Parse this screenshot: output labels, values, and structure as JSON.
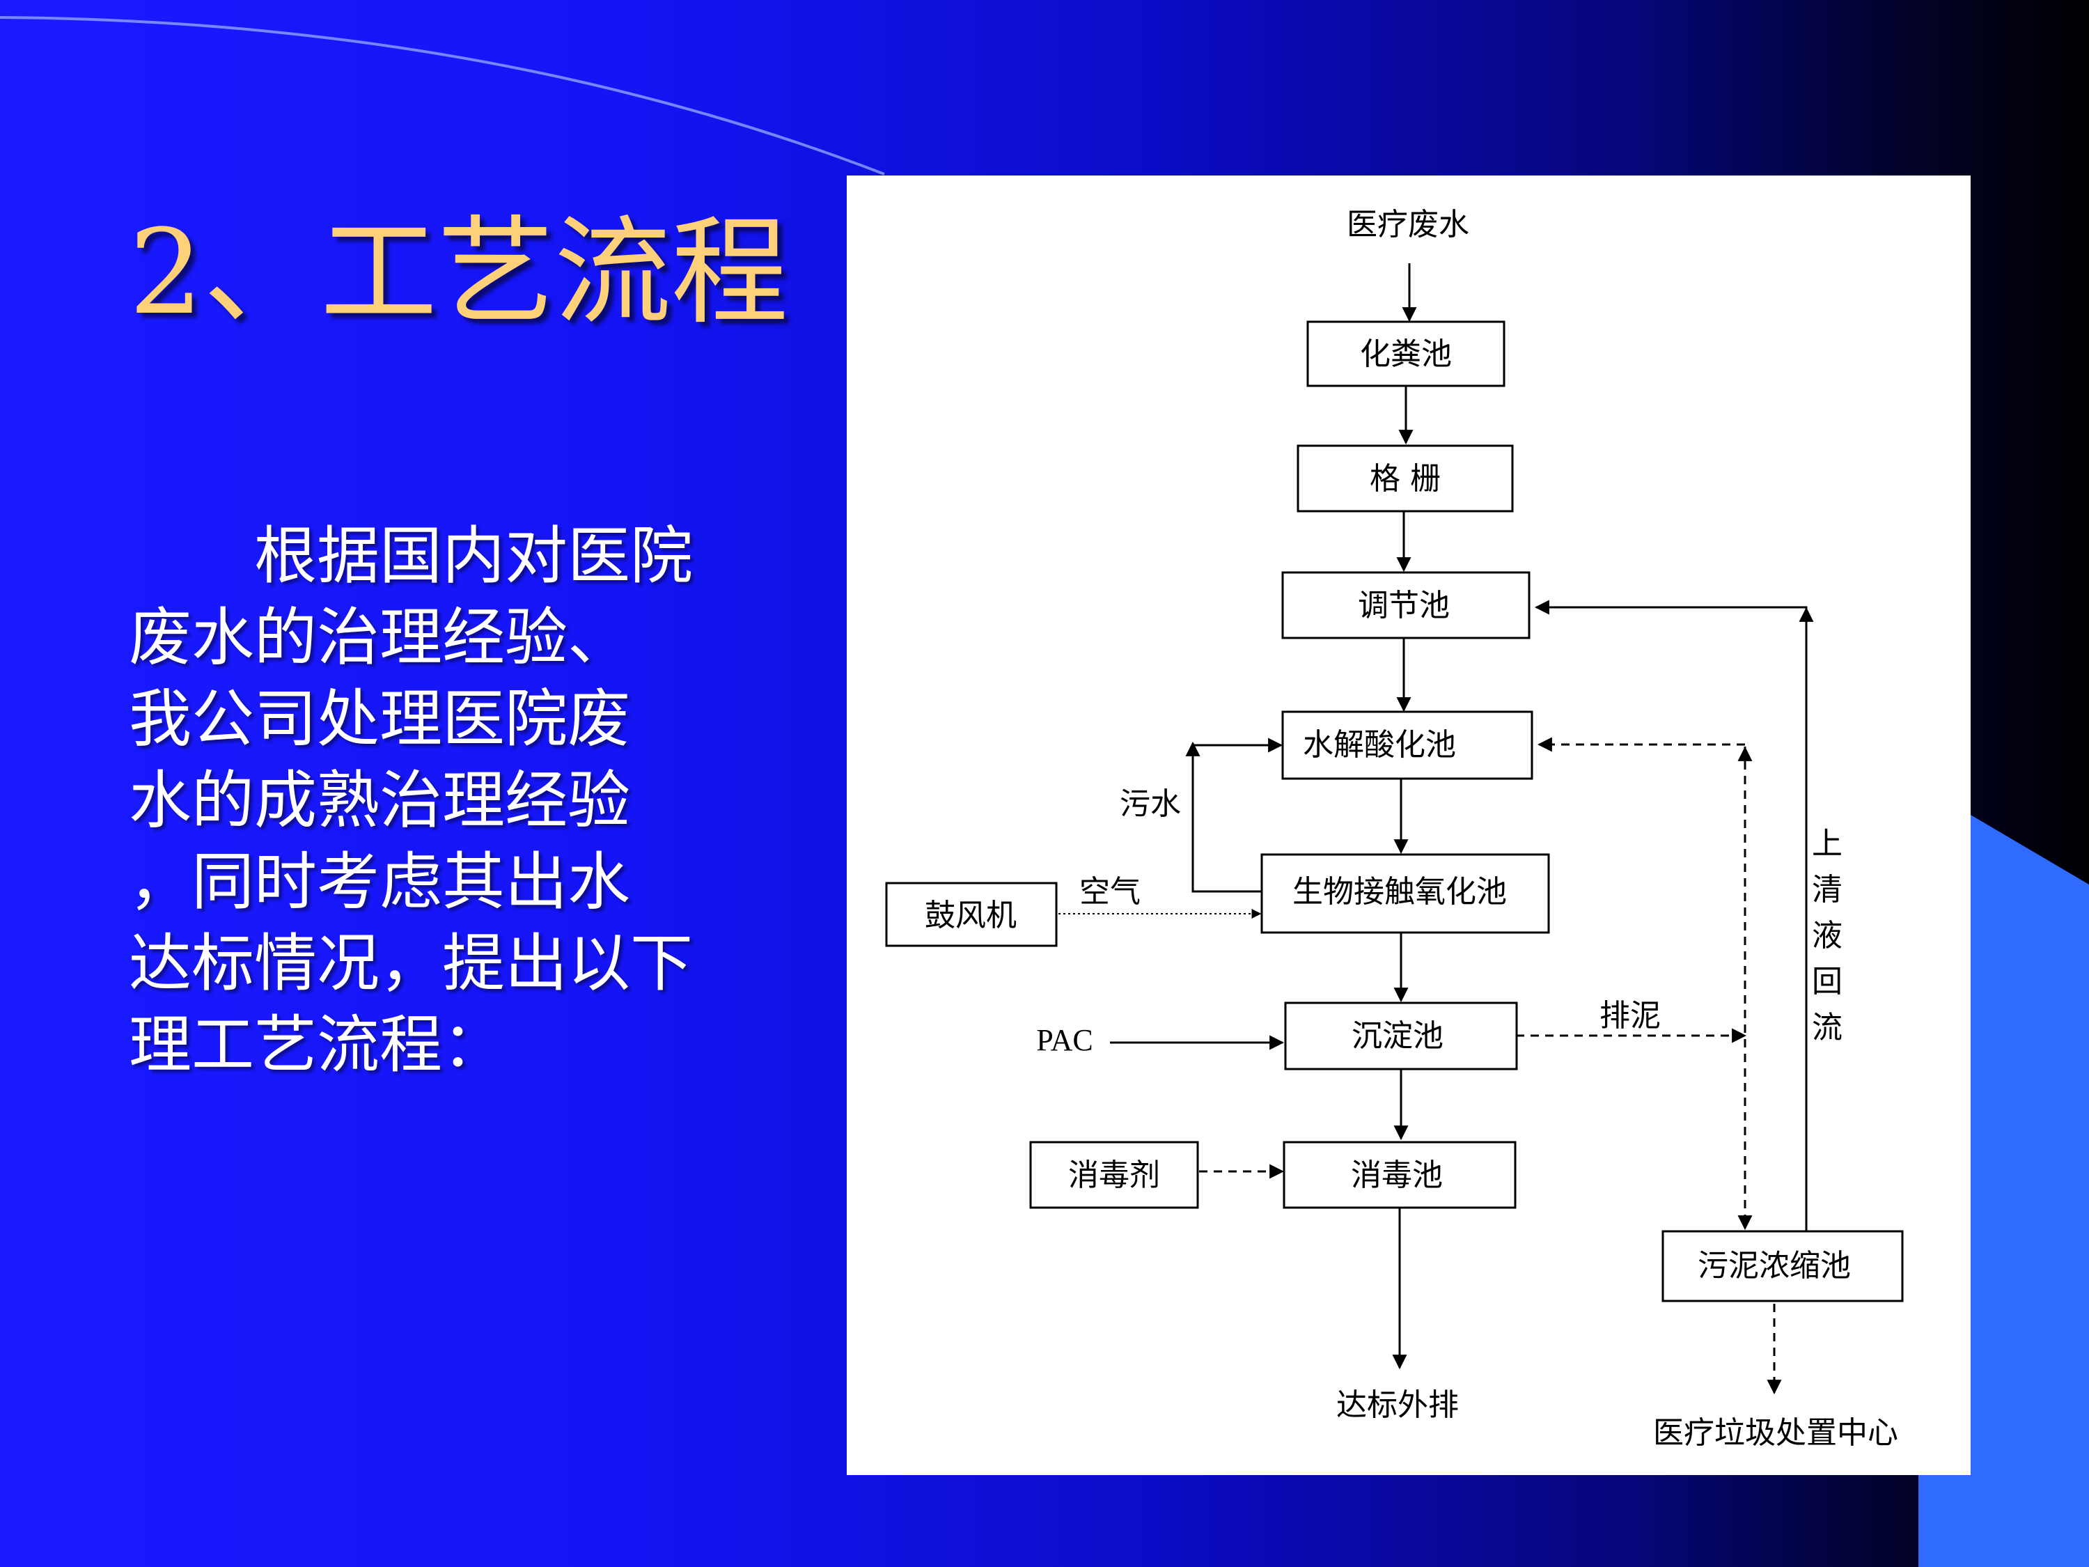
{
  "slide": {
    "title": "2、工艺流程",
    "body_lines": [
      "　　根据国内对医院",
      "废水的治理经验、",
      "我公司处理医院废",
      "水的成熟治理经验",
      "，同时考虑其出水",
      "达标情况，提出以下",
      "理工艺流程："
    ]
  },
  "flowchart": {
    "nodes": {
      "source": "医疗废水",
      "septic": "化粪池",
      "grille": "格 栅",
      "equalization": "调节池",
      "hydrolysis": "水解酸化池",
      "bio_oxidation": "生物接触氧化池",
      "blower": "鼓风机",
      "sedimentation": "沉淀池",
      "pac": "PAC",
      "disinfectant": "消毒剂",
      "disinfection": "消毒池",
      "sludge_thickener": "污泥浓缩池",
      "discharge": "达标外排",
      "waste_center": "医疗垃圾处置中心"
    },
    "edge_labels": {
      "sewage": "污水",
      "air": "空气",
      "sludge": "排泥",
      "supernatant": [
        "上",
        "清",
        "液",
        "回",
        "流"
      ]
    }
  },
  "colors": {
    "title": "#ffd07a",
    "body_text": "#ffffff",
    "background_left": "#1a1aff",
    "background_right": "#000000",
    "corner_accent": "#2f6bff",
    "panel": "#ffffff"
  }
}
